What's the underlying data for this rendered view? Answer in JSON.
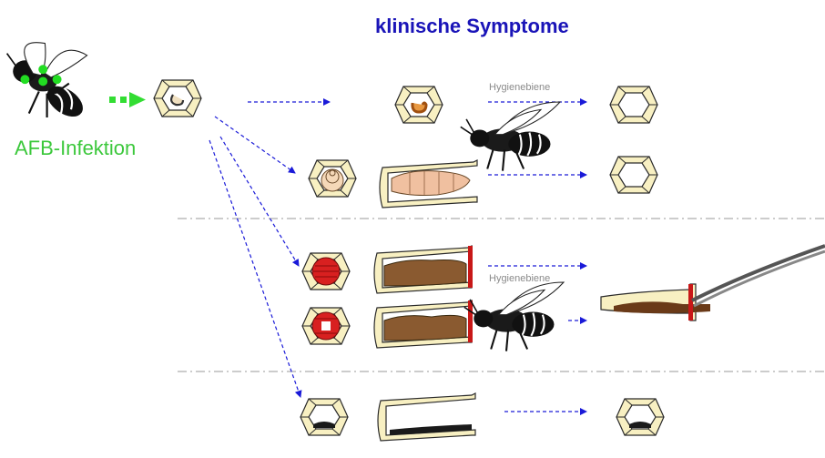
{
  "title": "klinische Symptome",
  "infection_label": "AFB-Infektion",
  "hygiene_labels": [
    "Hygienebiene",
    "Hygienebiene"
  ],
  "colors": {
    "title": "#1a14b8",
    "infection": "#3cc83c",
    "arrow": "#1a1ad8",
    "comb_fill": "#f8f0c2",
    "comb_stroke": "#2a2a2a",
    "scale_red": "#d82020",
    "larva_brown": "#8a5a30",
    "healthy_larva": "#f0c8a0",
    "divider": "#9a9a9a"
  },
  "icons": [
    "adult-bee-icon",
    "honeycomb-cell-icon",
    "larva-icon",
    "tweezers-icon"
  ]
}
